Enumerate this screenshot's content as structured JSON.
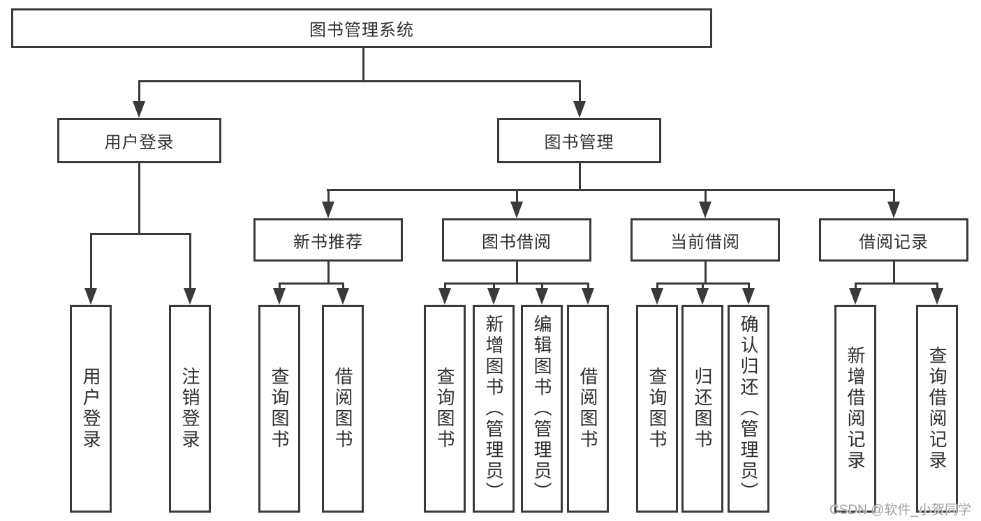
{
  "colors": {
    "line": "#3a3a3a",
    "text": "#2e2e2e",
    "background": "#ffffff",
    "watermark": "#a3a3a3"
  },
  "watermark": {
    "text": "CSDN @软件_小贺同学"
  },
  "tree": {
    "root": {
      "label": "图书管理系统",
      "children": [
        {
          "label": "用户登录",
          "children": [
            {
              "label": "用户登录"
            },
            {
              "label": "注销登录"
            }
          ]
        },
        {
          "label": "图书管理",
          "children": [
            {
              "label": "新书推荐",
              "children": [
                {
                  "label": "查询图书"
                },
                {
                  "label": "借阅图书"
                }
              ]
            },
            {
              "label": "图书借阅",
              "children": [
                {
                  "label": "查询图书"
                },
                {
                  "label": "新增图书（管理员）"
                },
                {
                  "label": "编辑图书（管理员）"
                },
                {
                  "label": "借阅图书"
                }
              ]
            },
            {
              "label": "当前借阅",
              "children": [
                {
                  "label": "查询图书"
                },
                {
                  "label": "归还图书"
                },
                {
                  "label": "确认归还（管理员）"
                }
              ]
            },
            {
              "label": "借阅记录",
              "children": [
                {
                  "label": "新增借阅记录"
                },
                {
                  "label": "查询借阅记录"
                }
              ]
            }
          ]
        }
      ]
    }
  }
}
